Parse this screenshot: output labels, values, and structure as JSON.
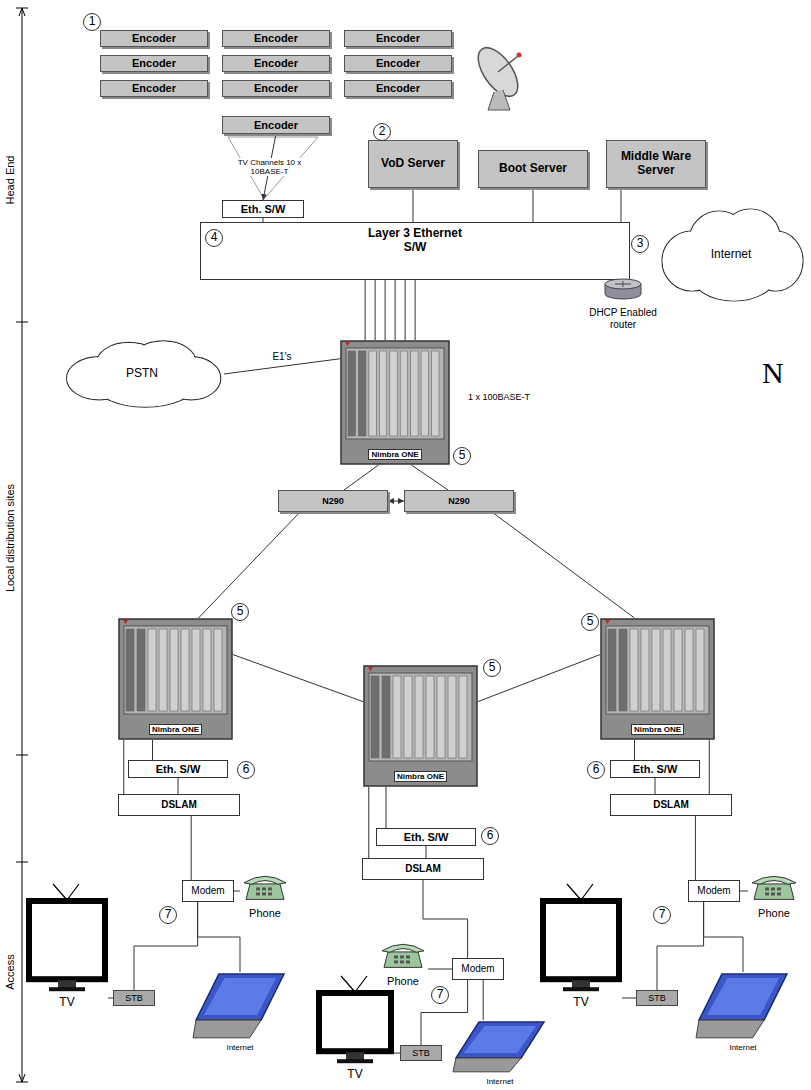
{
  "diagram": {
    "nodes": [
      {
        "text": [
          "Encoder"
        ]
      },
      {
        "text": [
          "Encoder"
        ]
      },
      {
        "text": [
          "Encoder"
        ]
      },
      {
        "text": [
          "Encoder"
        ]
      },
      {
        "text": [
          "Encoder"
        ]
      },
      {
        "text": [
          "Encoder"
        ]
      },
      {
        "text": [
          "Encoder"
        ]
      },
      {
        "text": [
          "Encoder"
        ]
      },
      {
        "text": [
          "Encoder"
        ]
      },
      {
        "text": [
          "Encoder"
        ]
      },
      {
        "text": [
          "VoD Server"
        ]
      },
      {
        "text": [
          "Boot Server"
        ]
      },
      {
        "text": [
          "Middle Ware Server"
        ]
      },
      {
        "text": [
          "Eth. S/W"
        ]
      },
      {
        "text": [
          "Layer 3 Ethernet S/W"
        ]
      },
      {
        "text": [
          "Internet"
        ]
      },
      {
        "text": [
          "DHCP Enabled router"
        ]
      },
      {
        "text": [
          "PSTN"
        ]
      },
      {
        "text": [
          "Nimbra ONE"
        ]
      },
      {
        "text": [
          "N290"
        ]
      },
      {
        "text": [
          "N290"
        ]
      },
      {
        "text": [
          "Nimbra ONE"
        ]
      },
      {
        "text": [
          "Nimbra ONE"
        ]
      },
      {
        "text": [
          "Nimbra ONE"
        ]
      },
      {
        "text": [
          "Eth. S/W"
        ]
      },
      {
        "text": [
          "DSLAM"
        ]
      },
      {
        "text": [
          "Eth. S/W"
        ]
      },
      {
        "text": [
          "DSLAM"
        ]
      },
      {
        "text": [
          "Eth. S/W"
        ]
      },
      {
        "text": [
          "DSLAM"
        ]
      },
      {
        "text": [
          "Modem"
        ]
      },
      {
        "text": [
          "Phone"
        ]
      },
      {
        "text": [
          "STB"
        ]
      },
      {
        "text": [
          "TV"
        ]
      },
      {
        "text": [
          "Internet"
        ]
      },
      {
        "text": [
          "Modem"
        ]
      },
      {
        "text": [
          "Phone"
        ]
      },
      {
        "text": [
          "STB"
        ]
      },
      {
        "text": [
          "TV"
        ]
      },
      {
        "text": [
          "Internet"
        ]
      },
      {
        "text": [
          "Modem"
        ]
      },
      {
        "text": [
          "Phone"
        ]
      },
      {
        "text": [
          "STB"
        ]
      },
      {
        "text": [
          "TV"
        ]
      },
      {
        "text": [
          "Internet"
        ]
      }
    ],
    "edges": [
      {
        "from": 9,
        "to": 13,
        "arrow": "to",
        "label": "TV Channels 10 x 10BASE-T"
      },
      {
        "from": 13,
        "to": 14,
        "arrow": "none"
      },
      {
        "from": 10,
        "to": 14,
        "arrow": "none"
      },
      {
        "from": 11,
        "to": 14,
        "arrow": "none"
      },
      {
        "from": 12,
        "to": 14,
        "arrow": "none"
      },
      {
        "from": 14,
        "to": 18,
        "arrow": "none"
      },
      {
        "from": 17,
        "to": 18,
        "arrow": "none",
        "label": "E1's"
      },
      {
        "from": 18,
        "to": 19,
        "arrow": "none"
      },
      {
        "from": 18,
        "to": 20,
        "arrow": "none"
      },
      {
        "from": 19,
        "to": 20,
        "arrow": "both"
      },
      {
        "from": 19,
        "to": 21,
        "arrow": "none"
      },
      {
        "from": 20,
        "to": 23,
        "arrow": "none"
      },
      {
        "from": 21,
        "to": 22,
        "arrow": "none"
      },
      {
        "from": 22,
        "to": 23,
        "arrow": "none"
      },
      {
        "from": 21,
        "to": 24,
        "arrow": "none"
      },
      {
        "from": 21,
        "to": 25,
        "arrow": "none"
      },
      {
        "from": 24,
        "to": 25,
        "arrow": "none"
      },
      {
        "from": 22,
        "to": 26,
        "arrow": "none"
      },
      {
        "from": 22,
        "to": 27,
        "arrow": "none"
      },
      {
        "from": 26,
        "to": 27,
        "arrow": "none"
      },
      {
        "from": 23,
        "to": 28,
        "arrow": "none"
      },
      {
        "from": 23,
        "to": 29,
        "arrow": "none"
      },
      {
        "from": 28,
        "to": 29,
        "arrow": "none"
      },
      {
        "from": 25,
        "to": 30,
        "arrow": "none"
      },
      {
        "from": 27,
        "to": 35,
        "arrow": "none"
      },
      {
        "from": 29,
        "to": 40,
        "arrow": "none"
      },
      {
        "from": 30,
        "to": 31,
        "arrow": "none"
      },
      {
        "from": 30,
        "to": 32,
        "arrow": "none"
      },
      {
        "from": 30,
        "to": 34,
        "arrow": "none"
      },
      {
        "from": 32,
        "to": 33,
        "arrow": "none"
      },
      {
        "from": 35,
        "to": 36,
        "arrow": "none"
      },
      {
        "from": 35,
        "to": 37,
        "arrow": "none"
      },
      {
        "from": 35,
        "to": 39,
        "arrow": "none"
      },
      {
        "from": 37,
        "to": 38,
        "arrow": "none"
      },
      {
        "from": 40,
        "to": 41,
        "arrow": "none"
      },
      {
        "from": 40,
        "to": 42,
        "arrow": "none"
      },
      {
        "from": 40,
        "to": 44,
        "arrow": "none"
      },
      {
        "from": 42,
        "to": 43,
        "arrow": "none"
      }
    ],
    "labels": [
      "Head End",
      "Local distribution sites",
      "Access",
      "1 x 100BASE-T",
      "N",
      "1",
      "2",
      "3",
      "4",
      "5",
      "5",
      "5",
      "5",
      "6",
      "6",
      "6",
      "7",
      "7",
      "7"
    ]
  }
}
